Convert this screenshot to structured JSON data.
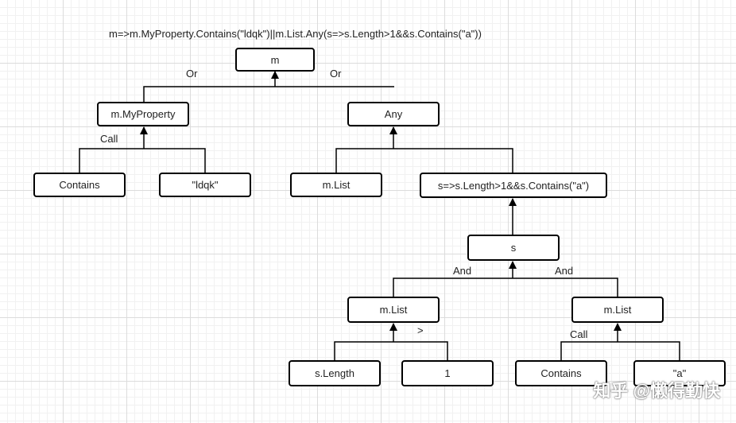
{
  "expression": "m=>m.MyProperty.Contains(\"ldqk\")||m.List.Any(s=>s.Length>1&&s.Contains(\"a\"))",
  "nodes": {
    "root": "m",
    "my_property": "m.MyProperty",
    "any": "Any",
    "contains_1": "Contains",
    "ldqk": "\"ldqk\"",
    "list_1": "m.List",
    "lambda": "s=>s.Length>1&&s.Contains(\"a\")",
    "s": "s",
    "list_2": "m.List",
    "list_3": "m.List",
    "s_length": "s.Length",
    "one": "1",
    "contains_2": "Contains",
    "a_literal": "\"a\""
  },
  "edge_labels": {
    "or_left": "Or",
    "or_right": "Or",
    "call_1": "Call",
    "and_left": "And",
    "and_right": "And",
    "greater": ">",
    "call_2": "Call"
  },
  "watermark": "知乎 @懒得勤快",
  "colors": {
    "border": "#000000",
    "grid": "#dcdcdc",
    "background": "#ffffff"
  }
}
